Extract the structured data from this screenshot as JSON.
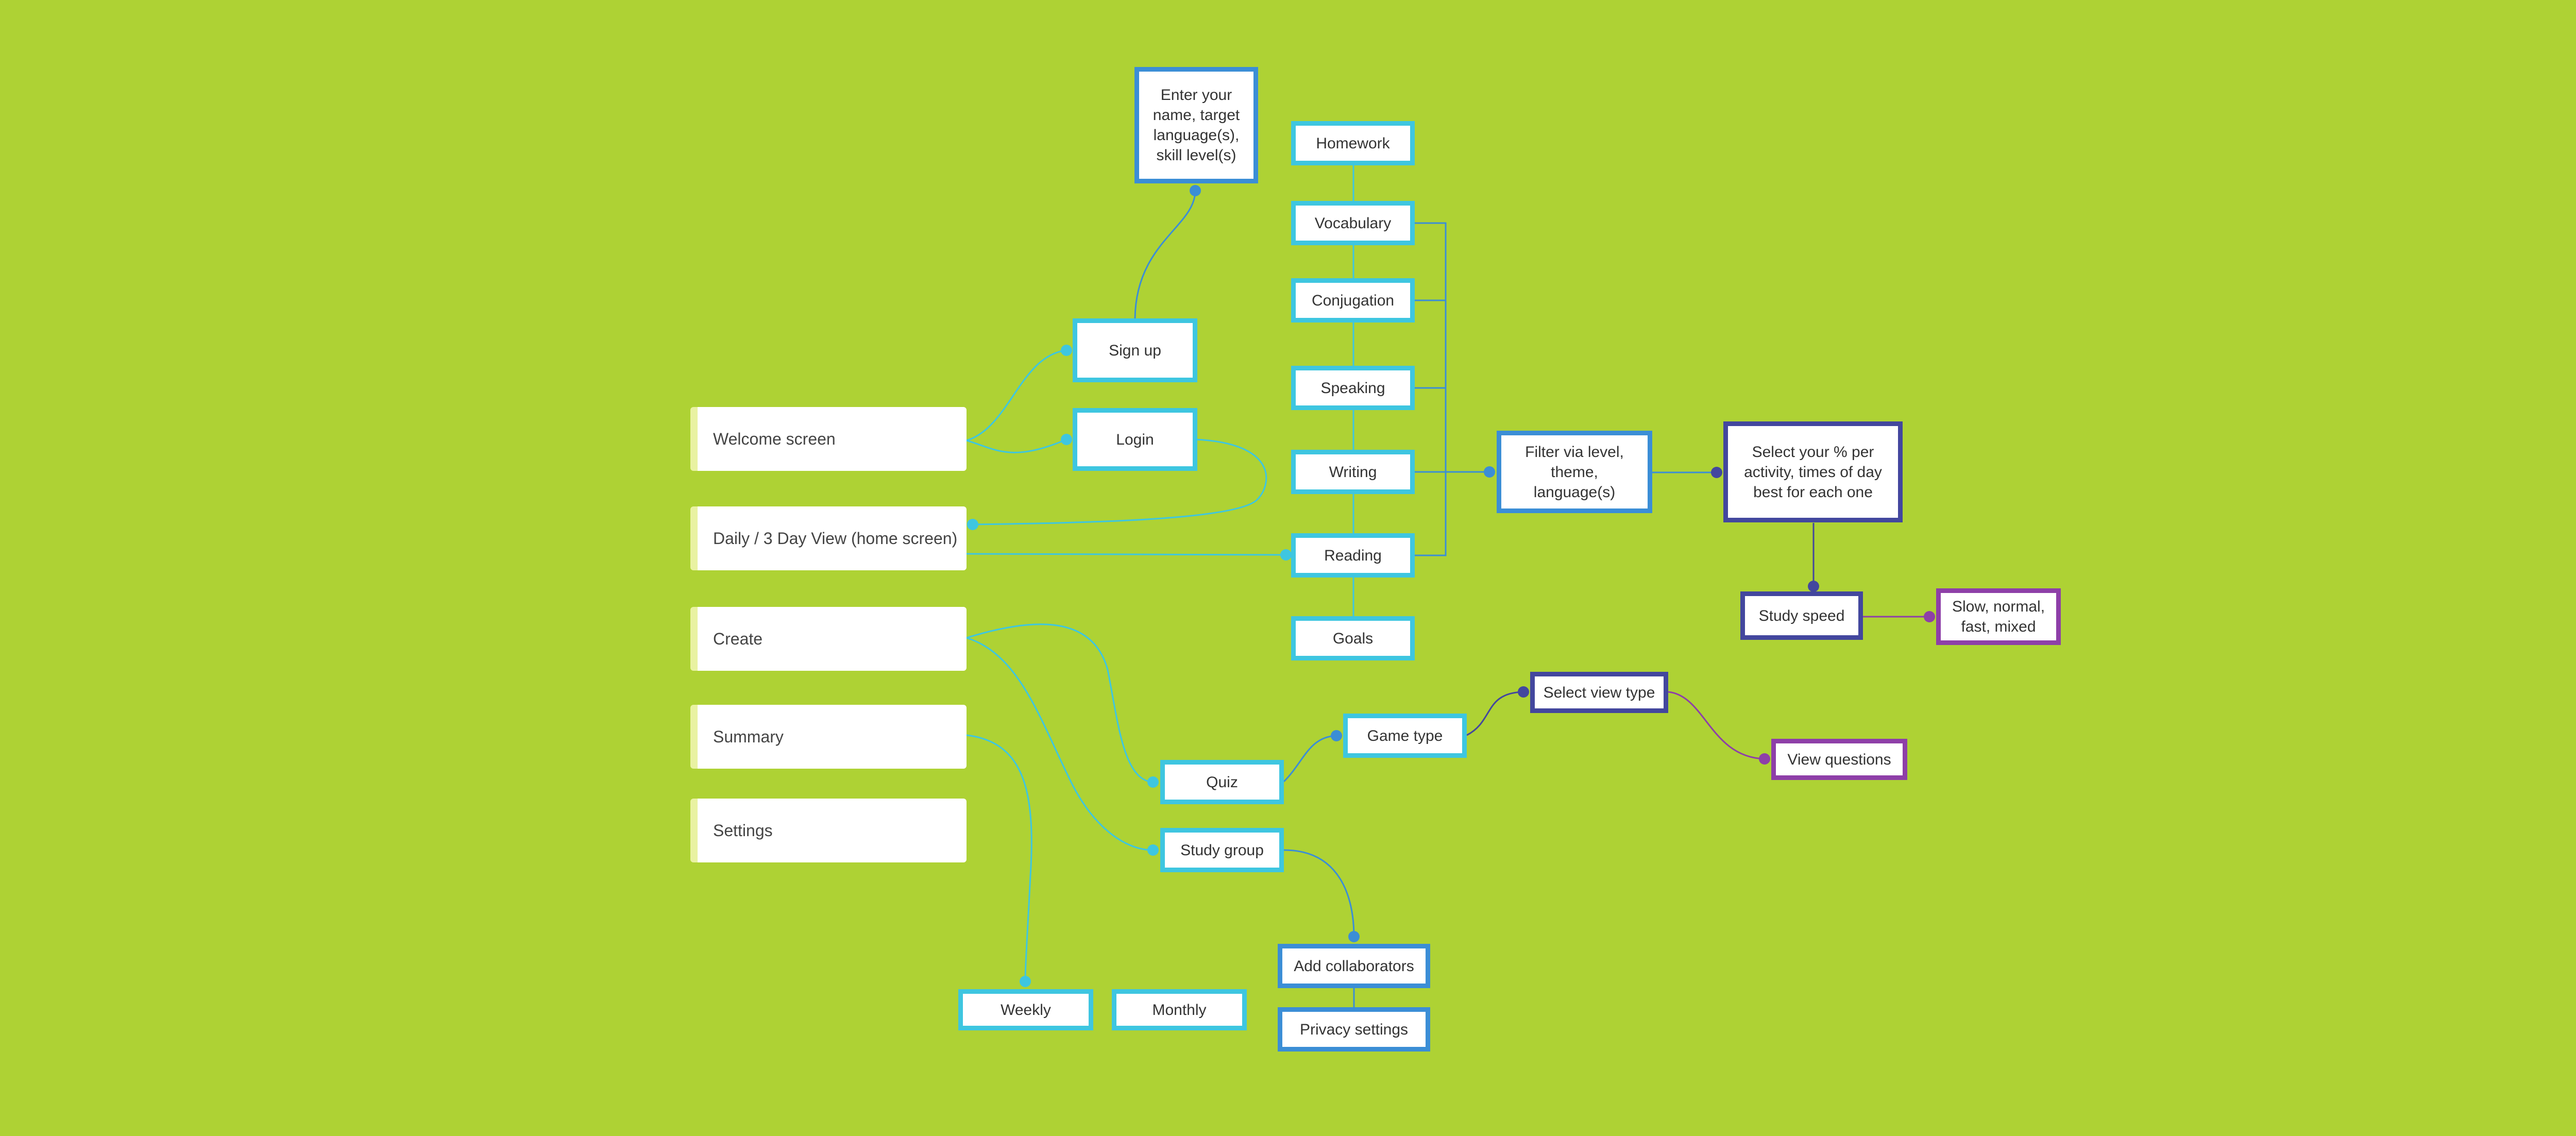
{
  "colors": {
    "background": "#AED234",
    "cyan": "#3EC6E0",
    "blue": "#3B8ED6",
    "navy": "#43479E",
    "purple": "#8E3FA8",
    "screen_accent": "#E9F2A2"
  },
  "screens": {
    "welcome": "Welcome screen",
    "daily": "Daily / 3 Day View (home screen)",
    "create": "Create",
    "summary": "Summary",
    "settings": "Settings"
  },
  "auth": {
    "signup": "Sign up",
    "login": "Login",
    "profile": "Enter your name, target language(s), skill level(s)"
  },
  "activities": {
    "homework": "Homework",
    "vocabulary": "Vocabulary",
    "conjugation": "Conjugation",
    "speaking": "Speaking",
    "writing": "Writing",
    "reading": "Reading",
    "goals": "Goals"
  },
  "settings_flow": {
    "filter": "Filter via level, theme, language(s)",
    "select_percent": "Select your %  per activity, times of day best for each one",
    "study_speed": "Study speed",
    "speed_options": "Slow, normal, fast, mixed"
  },
  "create_flow": {
    "quiz": "Quiz",
    "game_type": "Game type",
    "select_view": "Select view type",
    "view_questions": "View questions",
    "study_group": "Study group",
    "add_collaborators": "Add collaborators",
    "privacy": "Privacy settings"
  },
  "summary_flow": {
    "weekly": "Weekly",
    "monthly": "Monthly"
  }
}
